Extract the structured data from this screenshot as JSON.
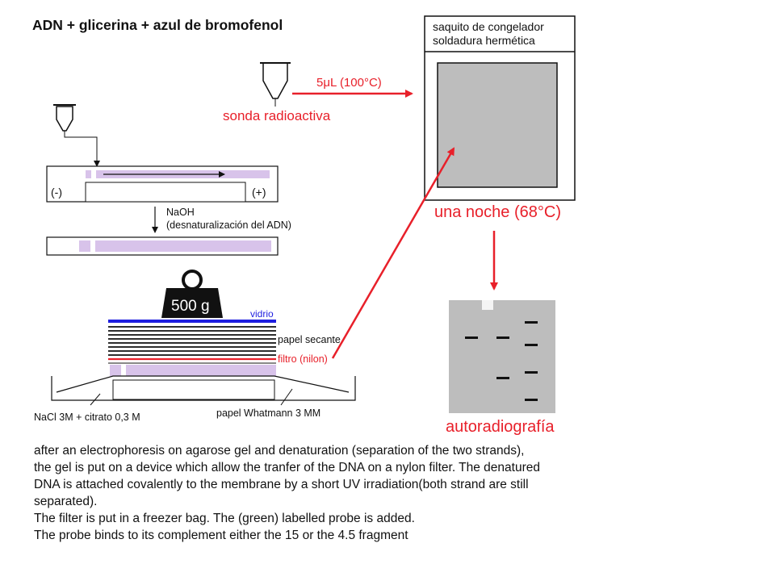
{
  "diagram": {
    "title": "ADN + glicerina + azul de bromofenol",
    "bag_label": [
      "saquito de congelador",
      "soldadura hermética"
    ],
    "probe_transfer_label": "5μL (100°C)",
    "probe_label": "sonda radioactiva",
    "electrode_negative": "(-)",
    "electrode_positive": "(+)",
    "denaturation_label": [
      "NaOH",
      "(desnaturalización del ADN)"
    ],
    "weight_label": "500 g",
    "glass_label": "vidrio",
    "blotting_paper_label": "papel secante",
    "filter_label": "filtro (nilon)",
    "buffer_label": "NaCl 3M + citrato 0,3 M",
    "whatman_label": "papel Whatmann 3 MM",
    "overnight_label": "una noche (68°C)",
    "autoradiography_label": "autoradiografía",
    "colors": {
      "red": "#e8202a",
      "gel_lane": "#d8c3ea",
      "glass": "#1e1ee0",
      "film": "#bdbdbd"
    }
  },
  "caption": [
    "after an electrophoresis on agarose gel and denaturation (separation of the two strands),",
    "the gel is put on a device which allow the tranfer of the DNA on a nylon filter. The denatured",
    "DNA is attached covalently to the membrane by a short UV irradiation(both strand are still",
    "separated).",
    "The filter is put in a freezer bag. The (green) labelled probe is added.",
    "The probe binds to its complement either the 15 or the 4.5 fragment"
  ]
}
